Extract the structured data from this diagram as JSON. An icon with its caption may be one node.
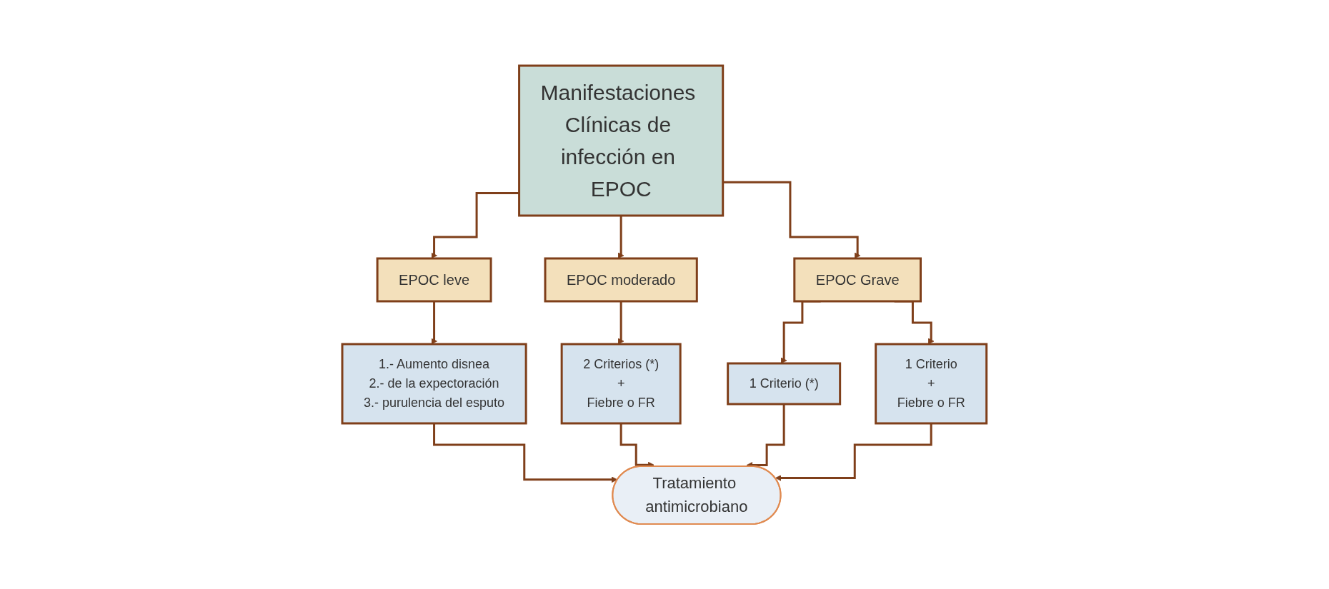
{
  "diagram": {
    "nodes": [
      {
        "text": [
          "Manifestaciones Clínicas de infección en EPOC"
        ]
      },
      {
        "text": [
          "EPOC leve"
        ]
      },
      {
        "text": [
          "EPOC moderado"
        ]
      },
      {
        "text": [
          "EPOC Grave"
        ]
      },
      {
        "text": [
          "1.- Aumento disnea",
          "2.- de la expectoración",
          "3.- purulencia del esputo"
        ]
      },
      {
        "text": [
          "2 Criterios (*)",
          "+",
          "Fiebre o FR"
        ]
      },
      {
        "text": [
          "1 Criterio (*)"
        ]
      },
      {
        "text": [
          "1 Criterio",
          "+",
          "Fiebre o FR"
        ]
      },
      {
        "text": [
          "Tratamiento antimicrobiano"
        ]
      }
    ],
    "edges": [
      {
        "from": 0,
        "to": 1,
        "arrow": "to"
      },
      {
        "from": 0,
        "to": 2,
        "arrow": "to"
      },
      {
        "from": 0,
        "to": 3,
        "arrow": "to"
      },
      {
        "from": 1,
        "to": 4,
        "arrow": "to"
      },
      {
        "from": 2,
        "to": 5,
        "arrow": "to"
      },
      {
        "from": 3,
        "to": 6,
        "arrow": "to"
      },
      {
        "from": 3,
        "to": 7,
        "arrow": "to"
      },
      {
        "from": 4,
        "to": 8,
        "arrow": "to"
      },
      {
        "from": 5,
        "to": 8,
        "arrow": "to"
      },
      {
        "from": 6,
        "to": 8,
        "arrow": "to"
      },
      {
        "from": 7,
        "to": 8,
        "arrow": "to"
      }
    ]
  }
}
